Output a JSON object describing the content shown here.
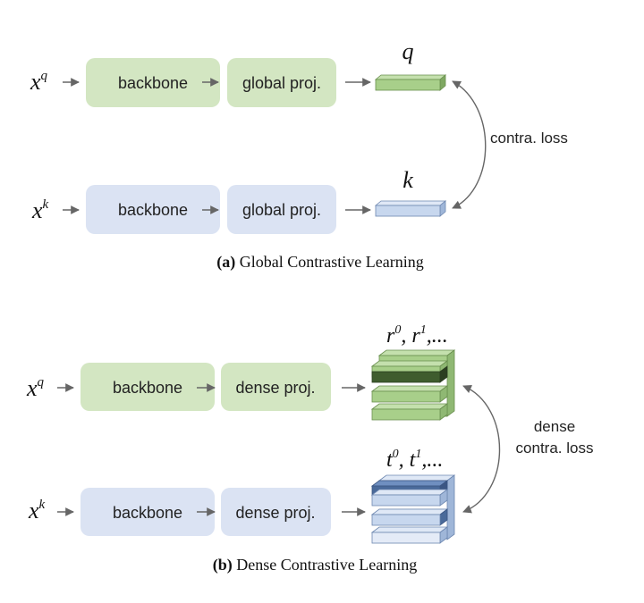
{
  "panel_a": {
    "rows": [
      {
        "input_var": "x",
        "input_sup": "q",
        "backbone_label": "backbone",
        "proj_label": "global proj.",
        "output_label": "q"
      },
      {
        "input_var": "x",
        "input_sup": "k",
        "backbone_label": "backbone",
        "proj_label": "global proj.",
        "output_label": "k"
      }
    ],
    "loss_label": "contra. loss",
    "caption_tag": "(a)",
    "caption_text": " Global Contrastive Learning"
  },
  "panel_b": {
    "rows": [
      {
        "input_var": "x",
        "input_sup": "q",
        "backbone_label": "backbone",
        "proj_label": "dense proj.",
        "output_var_1": "r",
        "output_sup_1": "0",
        "output_sep": ", ",
        "output_var_2": "r",
        "output_sup_2": "1",
        "output_tail": ",..."
      },
      {
        "input_var": "x",
        "input_sup": "k",
        "backbone_label": "backbone",
        "proj_label": "dense proj.",
        "output_var_1": "t",
        "output_sup_1": "0",
        "output_sep": ", ",
        "output_var_2": "t",
        "output_sup_2": "1",
        "output_tail": ",..."
      }
    ],
    "loss_label_line1": "dense",
    "loss_label_line2": "contra. loss",
    "caption_tag": "(b)",
    "caption_text": " Dense Contrastive Learning"
  },
  "colors": {
    "green_box": "#d3e6c2",
    "blue_box": "#dbe3f3",
    "green_bar": "#a8cf8a",
    "green_bar_dark": "#3f5c2e",
    "blue_bar": "#c7d7ee",
    "blue_bar_dark": "#4a6a9a",
    "arrow": "#666666"
  }
}
